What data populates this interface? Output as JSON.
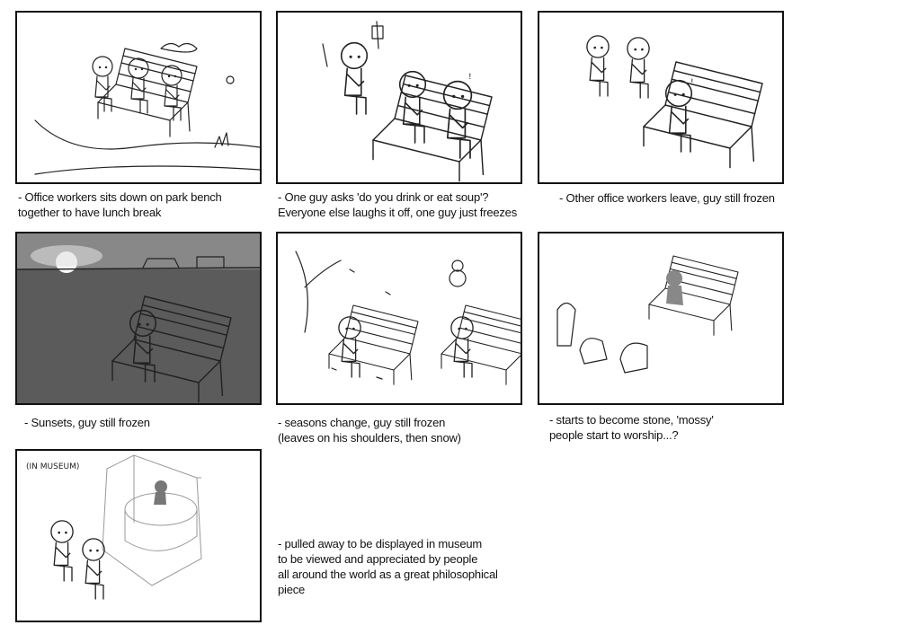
{
  "storyboard": {
    "panels": [
      {
        "caption": [
          "- Office workers sits down on park bench",
          "together to have lunch break"
        ]
      },
      {
        "caption": [
          "- One guy asks 'do you drink or eat soup'?",
          "Everyone else laughs it off, one guy just freezes"
        ]
      },
      {
        "caption": [
          "- Other office workers leave, guy still frozen"
        ]
      },
      {
        "caption": [
          "- Sunsets, guy still frozen"
        ]
      },
      {
        "caption": [
          "- seasons change, guy still frozen",
          "(leaves on his shoulders, then snow)"
        ]
      },
      {
        "caption": [
          "- starts to become stone, 'mossy'",
          "people start to worship...?"
        ]
      },
      {
        "caption": [
          "- pulled away to be displayed in museum",
          "to be viewed and appreciated by people",
          "all around the world as a great philosophical",
          "piece"
        ],
        "sketch_label": "(IN MUSEUM)"
      }
    ]
  }
}
